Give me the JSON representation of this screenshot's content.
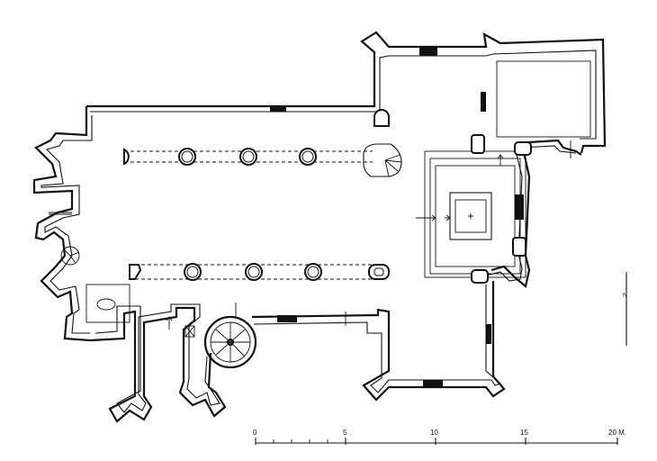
{
  "scale_bar": {
    "labels": [
      "0",
      "5",
      "10",
      "15",
      "20 M."
    ]
  },
  "north_arrow": {
    "label": "N"
  }
}
